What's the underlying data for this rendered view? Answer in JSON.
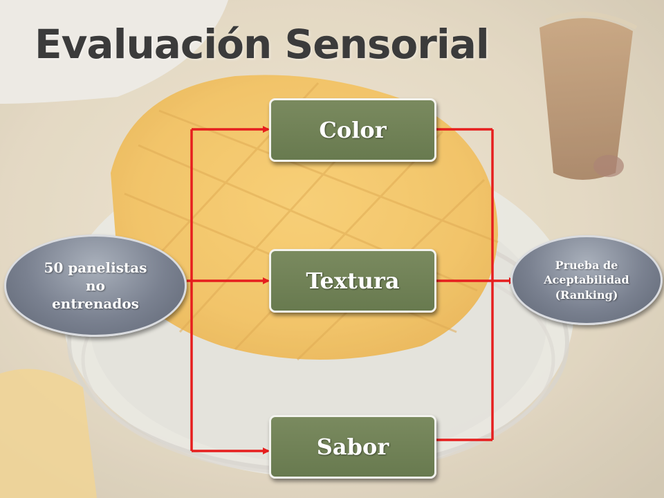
{
  "slide": {
    "title": "Evaluación Sensorial",
    "colors": {
      "connector": "#e61e1e",
      "box": "#6f7f55",
      "ellipse": "#7a8190"
    }
  },
  "diagram": {
    "source": {
      "lines": [
        "50 panelistas",
        "no",
        "entrenados"
      ]
    },
    "attributes": [
      "Color",
      "Textura",
      "Sabor"
    ],
    "target": {
      "lines": [
        "Prueba de",
        "Aceptabilidad",
        "(Ranking)"
      ]
    }
  }
}
